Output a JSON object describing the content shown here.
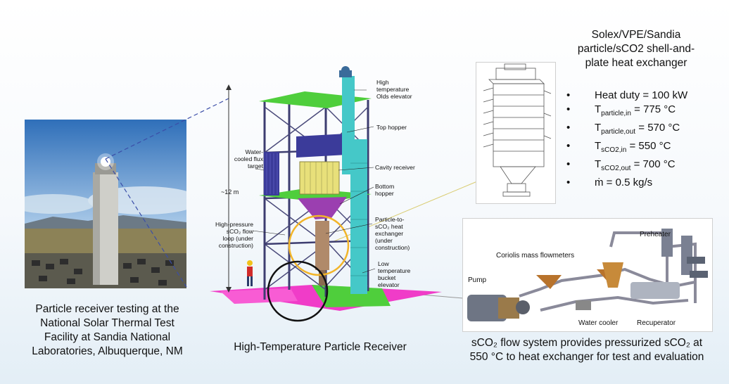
{
  "left_photo": {
    "caption_lines": [
      "Particle receiver testing at the",
      "National Solar Thermal Test",
      "Facility at Sandia National",
      "Laboratories, Albuquerque, NM"
    ]
  },
  "receiver": {
    "caption": "High-Temperature Particle Receiver",
    "labels": {
      "elevator_high": [
        "High",
        "temperature",
        "Olds elevator"
      ],
      "top_hopper": "Top hopper",
      "flux_target": [
        "Water-",
        "cooled flux",
        "target"
      ],
      "cavity_receiver": "Cavity receiver",
      "height": "~12 m",
      "bottom_hopper": [
        "Bottom",
        "hopper"
      ],
      "flow_loop": [
        "High-pressure",
        "sCO₂ flow",
        "loop (under",
        "construction)"
      ],
      "heat_exchanger": [
        "Particle-to-",
        "sCO₂ heat",
        "exchanger",
        "(under",
        "construction)"
      ],
      "bucket_elevator": [
        "Low",
        "temperature",
        "bucket",
        "elevator"
      ]
    }
  },
  "heat_exchanger": {
    "title_lines": [
      "Solex/VPE/Sandia",
      "particle/sCO2 shell-and-",
      "plate heat exchanger"
    ],
    "specs": [
      {
        "pre": "Heat duty = 100 kW",
        "sub": "",
        "post": ""
      },
      {
        "pre": "T",
        "sub": "particle,in",
        "post": " = 775 °C"
      },
      {
        "pre": "T",
        "sub": "particle,out",
        "post": " = 570 °C"
      },
      {
        "pre": "T",
        "sub": "sCO2,in",
        "post": " = 550 °C"
      },
      {
        "pre": "T",
        "sub": "sCO2,out",
        "post": " = 700 °C"
      },
      {
        "pre": "ṁ = 0.5 kg/s",
        "sub": "",
        "post": ""
      }
    ]
  },
  "flow_system": {
    "labels": {
      "pump": "Pump",
      "flowmeters": "Coriolis mass flowmeters",
      "preheater": "Preheater",
      "water_cooler": "Water cooler",
      "recuperator": "Recuperator"
    },
    "caption_lines": [
      "sCO₂ flow system provides pressurized sCO₂ at",
      "550 °C to heat exchanger for test and evaluation"
    ]
  },
  "colors": {
    "green_deck": "#4fce3c",
    "magenta_floor": "#f03cc8",
    "cyan_elevator": "#45c8c8",
    "hopper_blue": "#3b3b9a",
    "receiver_yellow": "#e8e07a",
    "highlight_circle": "#f2b52a"
  }
}
